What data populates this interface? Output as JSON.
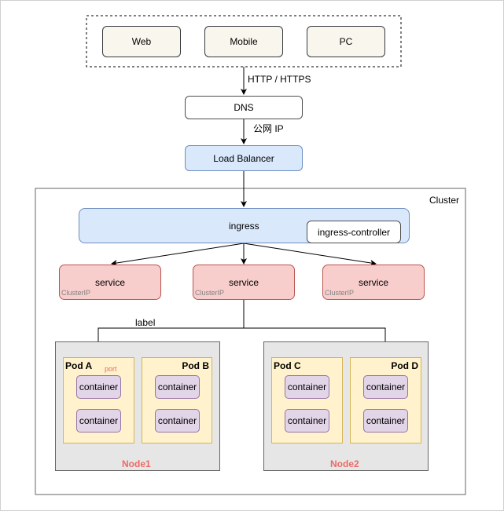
{
  "clients": {
    "web": "Web",
    "mobile": "Mobile",
    "pc": "PC"
  },
  "edges": {
    "http": "HTTP / HTTPS",
    "public_ip": "公网 IP",
    "label": "label"
  },
  "dns": "DNS",
  "load_balancer": "Load Balancer",
  "cluster": {
    "title": "Cluster",
    "ingress": "ingress",
    "ingress_controller": "ingress-controller",
    "services": [
      {
        "label": "service",
        "type": "ClusterIP"
      },
      {
        "label": "service",
        "type": "ClusterIP"
      },
      {
        "label": "service",
        "type": "ClusterIP"
      }
    ],
    "nodes": [
      {
        "label": "Node1",
        "pods": [
          {
            "title": "Pod A",
            "containers": [
              "container",
              "container"
            ],
            "port": "port"
          },
          {
            "title": "Pod B",
            "containers": [
              "container",
              "container"
            ]
          }
        ]
      },
      {
        "label": "Node2",
        "pods": [
          {
            "title": "Pod C",
            "containers": [
              "container",
              "container"
            ]
          },
          {
            "title": "Pod D",
            "containers": [
              "container",
              "container"
            ]
          }
        ]
      }
    ]
  },
  "colors": {
    "port": "#ea6b66",
    "node_label": "#ea6b66",
    "service_fill": "#f8cecc",
    "blue_fill": "#dae8fc"
  }
}
